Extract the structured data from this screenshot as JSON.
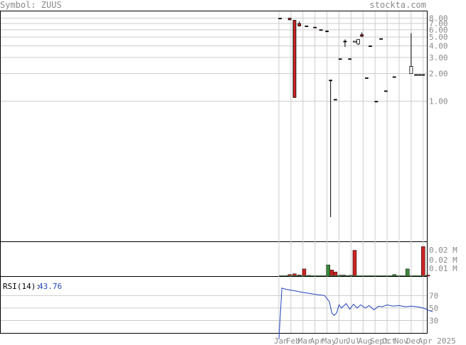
{
  "header": {
    "symbol_label": "Symbol: ZUUS",
    "site": "stockta.com"
  },
  "chart_data": {
    "type": "candlestick",
    "symbol": "ZUUS",
    "price_scale": "log",
    "price_ticks": [
      {
        "label": "8.00",
        "v": 8
      },
      {
        "label": "7.00",
        "v": 7
      },
      {
        "label": "6.00",
        "v": 6
      },
      {
        "label": "5.00",
        "v": 5
      },
      {
        "label": "4.00",
        "v": 4
      },
      {
        "label": "3.00",
        "v": 3
      },
      {
        "label": "2.00",
        "v": 2
      },
      {
        "label": "1.00",
        "v": 1
      }
    ],
    "price_range": [
      0.03,
      9.5
    ],
    "months": [
      {
        "label": "Jan",
        "t": 0
      },
      {
        "label": "Feb",
        "t": 1
      },
      {
        "label": "Mar",
        "t": 2
      },
      {
        "label": "Apr",
        "t": 3
      },
      {
        "label": "May",
        "t": 4
      },
      {
        "label": "Jun",
        "t": 5
      },
      {
        "label": "Jul",
        "t": 6
      },
      {
        "label": "Aug",
        "t": 7
      },
      {
        "label": "Sept",
        "t": 8
      },
      {
        "label": "Oct",
        "t": 9
      },
      {
        "label": "Nov",
        "t": 10
      },
      {
        "label": "Dec",
        "t": 11
      },
      {
        "label": "Apr 2025",
        "t": 12
      }
    ],
    "candles": [
      {
        "t": 0.1,
        "open": 8.0,
        "high": 8.0,
        "low": 8.0,
        "close": 8.0
      },
      {
        "t": 0.9,
        "open": 8.0,
        "high": 8.0,
        "low": 7.6,
        "close": 7.7
      },
      {
        "t": 1.3,
        "open": 7.6,
        "high": 7.6,
        "low": 1.1,
        "close": 1.1
      },
      {
        "t": 1.7,
        "open": 7.0,
        "high": 7.4,
        "low": 6.5,
        "close": 6.6
      },
      {
        "t": 2.3,
        "open": 6.6,
        "high": 6.6,
        "low": 6.4,
        "close": 6.5
      },
      {
        "t": 3.0,
        "open": 6.4,
        "high": 6.4,
        "low": 6.3,
        "close": 6.3
      },
      {
        "t": 3.5,
        "open": 6.0,
        "high": 6.0,
        "low": 5.9,
        "close": 6.0
      },
      {
        "t": 4.0,
        "open": 5.8,
        "high": 5.9,
        "low": 5.8,
        "close": 5.8
      },
      {
        "t": 4.3,
        "open": 1.7,
        "high": 1.7,
        "low": 0.055,
        "close": 1.7
      },
      {
        "t": 4.7,
        "open": 1.05,
        "high": 1.05,
        "low": 1.05,
        "close": 1.05
      },
      {
        "t": 5.1,
        "open": 2.9,
        "high": 2.9,
        "low": 2.9,
        "close": 2.9
      },
      {
        "t": 5.5,
        "open": 4.5,
        "high": 4.7,
        "low": 3.9,
        "close": 4.5
      },
      {
        "t": 5.9,
        "open": 2.9,
        "high": 2.9,
        "low": 2.9,
        "close": 2.9
      },
      {
        "t": 6.3,
        "open": 4.4,
        "high": 4.5,
        "low": 4.4,
        "close": 4.5
      },
      {
        "t": 6.6,
        "open": 4.2,
        "high": 4.7,
        "low": 4.1,
        "close": 4.7
      },
      {
        "t": 6.9,
        "open": 5.3,
        "high": 5.6,
        "low": 5.0,
        "close": 5.1
      },
      {
        "t": 7.3,
        "open": 1.8,
        "high": 1.8,
        "low": 1.8,
        "close": 1.8
      },
      {
        "t": 7.6,
        "open": 4.0,
        "high": 4.0,
        "low": 4.0,
        "close": 4.0
      },
      {
        "t": 8.1,
        "open": 1.0,
        "high": 1.0,
        "low": 1.0,
        "close": 1.0
      },
      {
        "t": 8.5,
        "open": 4.8,
        "high": 4.8,
        "low": 4.8,
        "close": 4.8
      },
      {
        "t": 8.9,
        "open": 1.3,
        "high": 1.3,
        "low": 1.3,
        "close": 1.3
      },
      {
        "t": 9.6,
        "open": 1.85,
        "high": 1.85,
        "low": 1.85,
        "close": 1.85
      },
      {
        "t": 11.0,
        "open": 2.0,
        "high": 5.5,
        "low": 2.0,
        "close": 2.4
      },
      {
        "t": 11.4,
        "open": 1.95,
        "high": 1.95,
        "low": 1.95,
        "close": 1.95
      },
      {
        "t": 11.7,
        "open": 1.95,
        "high": 1.95,
        "low": 1.95,
        "close": 1.95
      },
      {
        "t": 12.0,
        "open": 1.95,
        "high": 1.95,
        "low": 1.95,
        "close": 1.95
      }
    ],
    "volume_ticks": [
      {
        "label": "0.02 M"
      },
      {
        "label": "0.02 M"
      },
      {
        "label": "0.01 M"
      }
    ],
    "volume_range": [
      0,
      0.025
    ],
    "volume": [
      {
        "t": 0.2,
        "v": 0.0003,
        "dir": "down"
      },
      {
        "t": 0.6,
        "v": 0.0004,
        "dir": "down"
      },
      {
        "t": 0.9,
        "v": 0.0012,
        "dir": "down"
      },
      {
        "t": 1.3,
        "v": 0.0018,
        "dir": "down"
      },
      {
        "t": 1.7,
        "v": 0.0009,
        "dir": "down"
      },
      {
        "t": 2.1,
        "v": 0.0055,
        "dir": "down"
      },
      {
        "t": 2.5,
        "v": 0.0006,
        "dir": "down"
      },
      {
        "t": 2.9,
        "v": 0.0004,
        "dir": "down"
      },
      {
        "t": 3.3,
        "v": 0.0003,
        "dir": "down"
      },
      {
        "t": 3.7,
        "v": 0.0003,
        "dir": "down"
      },
      {
        "t": 4.1,
        "v": 0.0086,
        "dir": "up"
      },
      {
        "t": 4.4,
        "v": 0.0047,
        "dir": "down"
      },
      {
        "t": 4.7,
        "v": 0.0032,
        "dir": "down"
      },
      {
        "t": 5.1,
        "v": 0.0007,
        "dir": "down"
      },
      {
        "t": 5.4,
        "v": 0.0008,
        "dir": "down"
      },
      {
        "t": 5.8,
        "v": 0.0005,
        "dir": "down"
      },
      {
        "t": 6.0,
        "v": 0.0006,
        "dir": "up"
      },
      {
        "t": 6.3,
        "v": 0.0198,
        "dir": "down"
      },
      {
        "t": 6.7,
        "v": 0.0004,
        "dir": "down"
      },
      {
        "t": 7.1,
        "v": 0.0003,
        "dir": "down"
      },
      {
        "t": 7.5,
        "v": 0.0003,
        "dir": "down"
      },
      {
        "t": 8.0,
        "v": 0.0003,
        "dir": "down"
      },
      {
        "t": 8.5,
        "v": 0.0003,
        "dir": "down"
      },
      {
        "t": 9.0,
        "v": 0.0004,
        "dir": "down"
      },
      {
        "t": 9.6,
        "v": 0.0012,
        "dir": "up"
      },
      {
        "t": 10.0,
        "v": 0.0003,
        "dir": "down"
      },
      {
        "t": 10.7,
        "v": 0.0055,
        "dir": "up"
      },
      {
        "t": 11.3,
        "v": 0.0003,
        "dir": "down"
      },
      {
        "t": 11.7,
        "v": 0.0003,
        "dir": "down"
      },
      {
        "t": 12.0,
        "v": 0.0226,
        "dir": "down"
      },
      {
        "t": 12.4,
        "v": 0.0008,
        "dir": "down"
      }
    ],
    "rsi": {
      "label": "RSI(14):",
      "value": "43.76",
      "ticks": [
        {
          "label": "70",
          "v": 70
        },
        {
          "label": "50",
          "v": 50
        },
        {
          "label": "30",
          "v": 30
        }
      ],
      "range": [
        10,
        100
      ],
      "points": [
        [
          0,
          0
        ],
        [
          0.25,
          82
        ],
        [
          0.6,
          80
        ],
        [
          1.2,
          78
        ],
        [
          2.0,
          75
        ],
        [
          3.0,
          72
        ],
        [
          3.8,
          70
        ],
        [
          4.0,
          65
        ],
        [
          4.2,
          60
        ],
        [
          4.4,
          42
        ],
        [
          4.6,
          38
        ],
        [
          4.8,
          42
        ],
        [
          5.0,
          55
        ],
        [
          5.2,
          50
        ],
        [
          5.6,
          57
        ],
        [
          5.9,
          48
        ],
        [
          6.2,
          56
        ],
        [
          6.5,
          50
        ],
        [
          6.8,
          55
        ],
        [
          7.2,
          50
        ],
        [
          7.5,
          54
        ],
        [
          7.9,
          47
        ],
        [
          8.3,
          53
        ],
        [
          8.6,
          52
        ],
        [
          9.0,
          55
        ],
        [
          9.5,
          53
        ],
        [
          10.0,
          54
        ],
        [
          10.5,
          52
        ],
        [
          11.0,
          53
        ],
        [
          11.5,
          52
        ],
        [
          12.0,
          50
        ],
        [
          12.5,
          46
        ],
        [
          12.8,
          44
        ]
      ]
    },
    "colors": {
      "up": "#3a8a3a",
      "down": "#cc2222",
      "rsi_line": "#2244bb",
      "grid": "#cccccc",
      "axis_text": "#8a8a8a"
    }
  }
}
